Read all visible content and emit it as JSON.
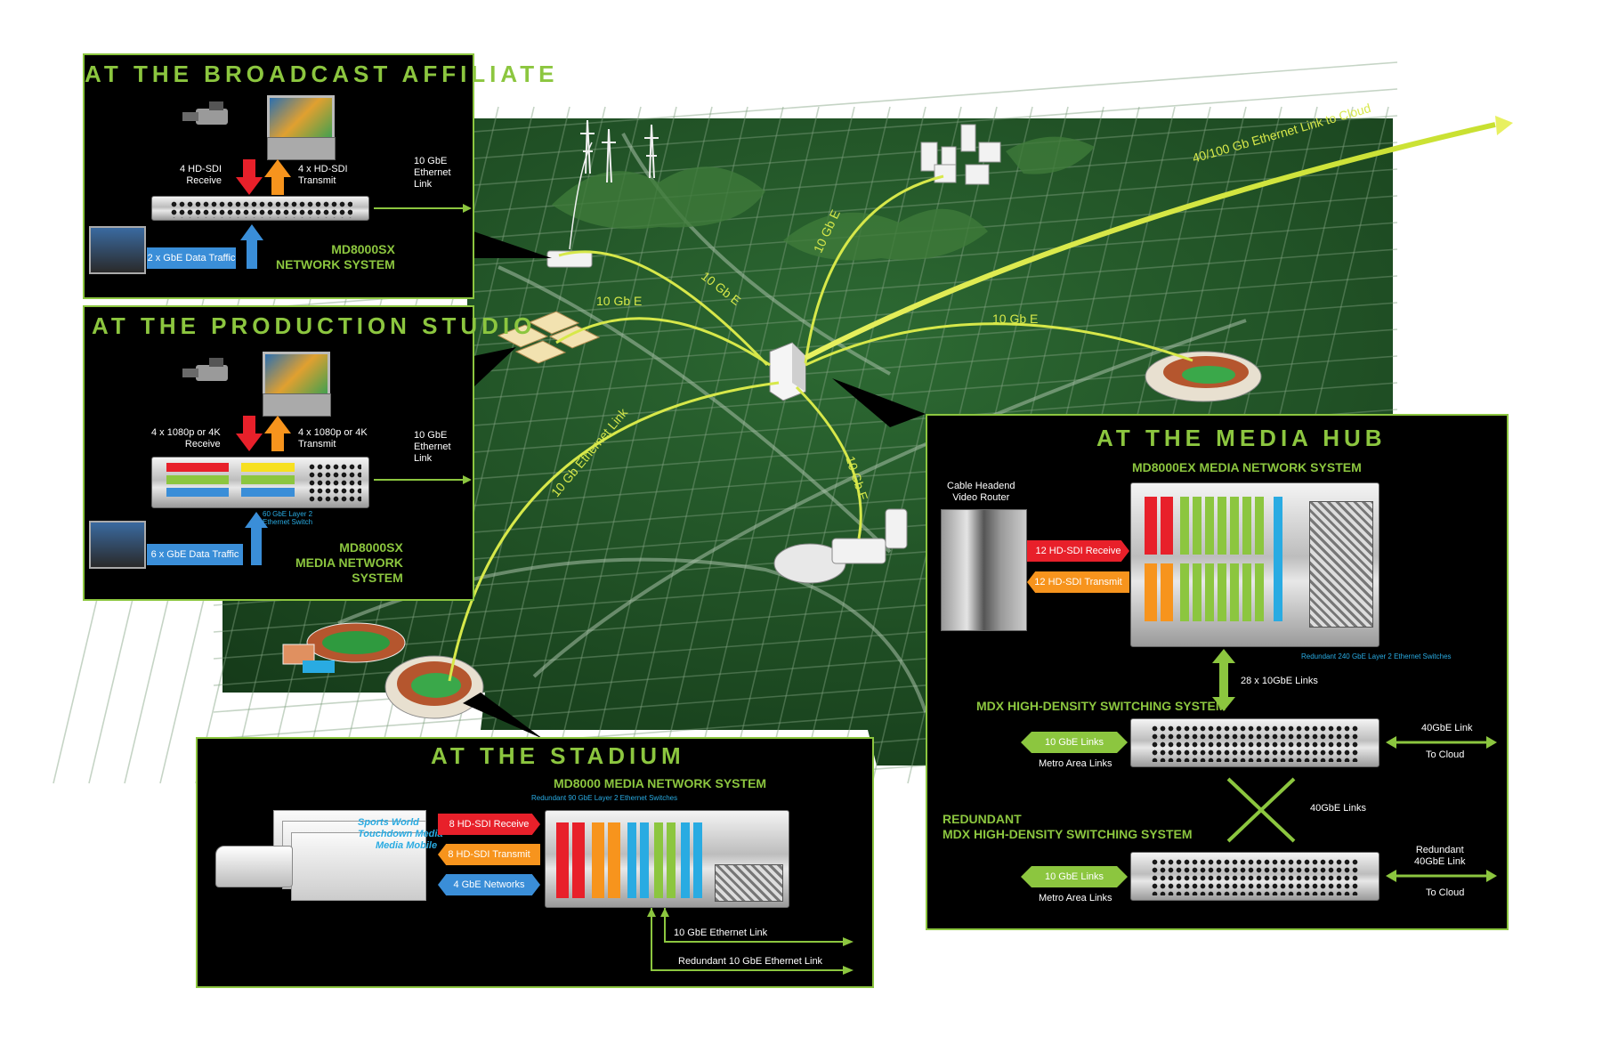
{
  "colors": {
    "green_accent": "#8cc63f",
    "map_bg": "#1e4a22",
    "link_yellow": "#d7e84a",
    "red": "#e8202a",
    "orange": "#f7941d",
    "blue": "#3a8ed8"
  },
  "map": {
    "links": [
      "40/100 Gb Ethernet Link to Cloud",
      "10 Gb E",
      "10 Gb E",
      "10 Gb E",
      "10 Gb E",
      "10 Gb Ethernet Link",
      "10 Gb E"
    ]
  },
  "affiliate": {
    "title": "AT THE BROADCAST AFFILIATE",
    "receive": "4 HD-SDI\nReceive",
    "transmit": "4 x HD-SDI\nTransmit",
    "ethernet": "10 GbE\nEthernet\nLink",
    "data": "2 x GbE Data Traffic",
    "system": "MD8000SX\nNETWORK SYSTEM"
  },
  "studio": {
    "title": "AT THE PRODUCTION STUDIO",
    "receive": "4 x 1080p or 4K\nReceive",
    "transmit": "4 x 1080p or 4K\nTransmit",
    "ethernet": "10 GbE\nEthernet\nLink",
    "switch": "60 GbE Layer 2\nEthernet Switch",
    "data": "6 x GbE Data Traffic",
    "system": "MD8000SX\nMEDIA NETWORK\nSYSTEM"
  },
  "hub": {
    "title": "AT THE MEDIA HUB",
    "system": "MD8000EX MEDIA NETWORK SYSTEM",
    "router": "Cable Headend\nVideo Router",
    "receive": "12 HD-SDI Receive",
    "transmit": "12 HD-SDI Transmit",
    "switches": "Redundant 240 GbE  Layer 2 Ethernet Switches",
    "links28": "28 x 10GbE Links",
    "mdx": "MDX HIGH-DENSITY SWITCHING SYSTEM",
    "metro1": "10 GbE Links",
    "metro1_sub": "Metro Area Links",
    "cloud1": "40GbE Link",
    "cloud1_sub": "To Cloud",
    "links40": "40GbE Links",
    "redundant_mdx": "REDUNDANT\nMDX HIGH-DENSITY SWITCHING SYSTEM",
    "metro2": "10 GbE Links",
    "metro2_sub": "Metro Area Links",
    "cloud2": "Redundant\n40GbE Link",
    "cloud2_sub": "To Cloud"
  },
  "stadium": {
    "title": "AT THE STADIUM",
    "system": "MD8000 MEDIA NETWORK SYSTEM",
    "switches": "Redundant 90 GbE  Layer 2 Ethernet Switches",
    "trucks": [
      "Sports World",
      "Touchdown Media",
      "Media Mobile"
    ],
    "receive": "8 HD-SDI Receive",
    "transmit": "8 HD-SDI Transmit",
    "networks": "4 GbE Networks",
    "eth1": "10 GbE Ethernet Link",
    "eth2": "Redundant 10 GbE Ethernet Link"
  }
}
